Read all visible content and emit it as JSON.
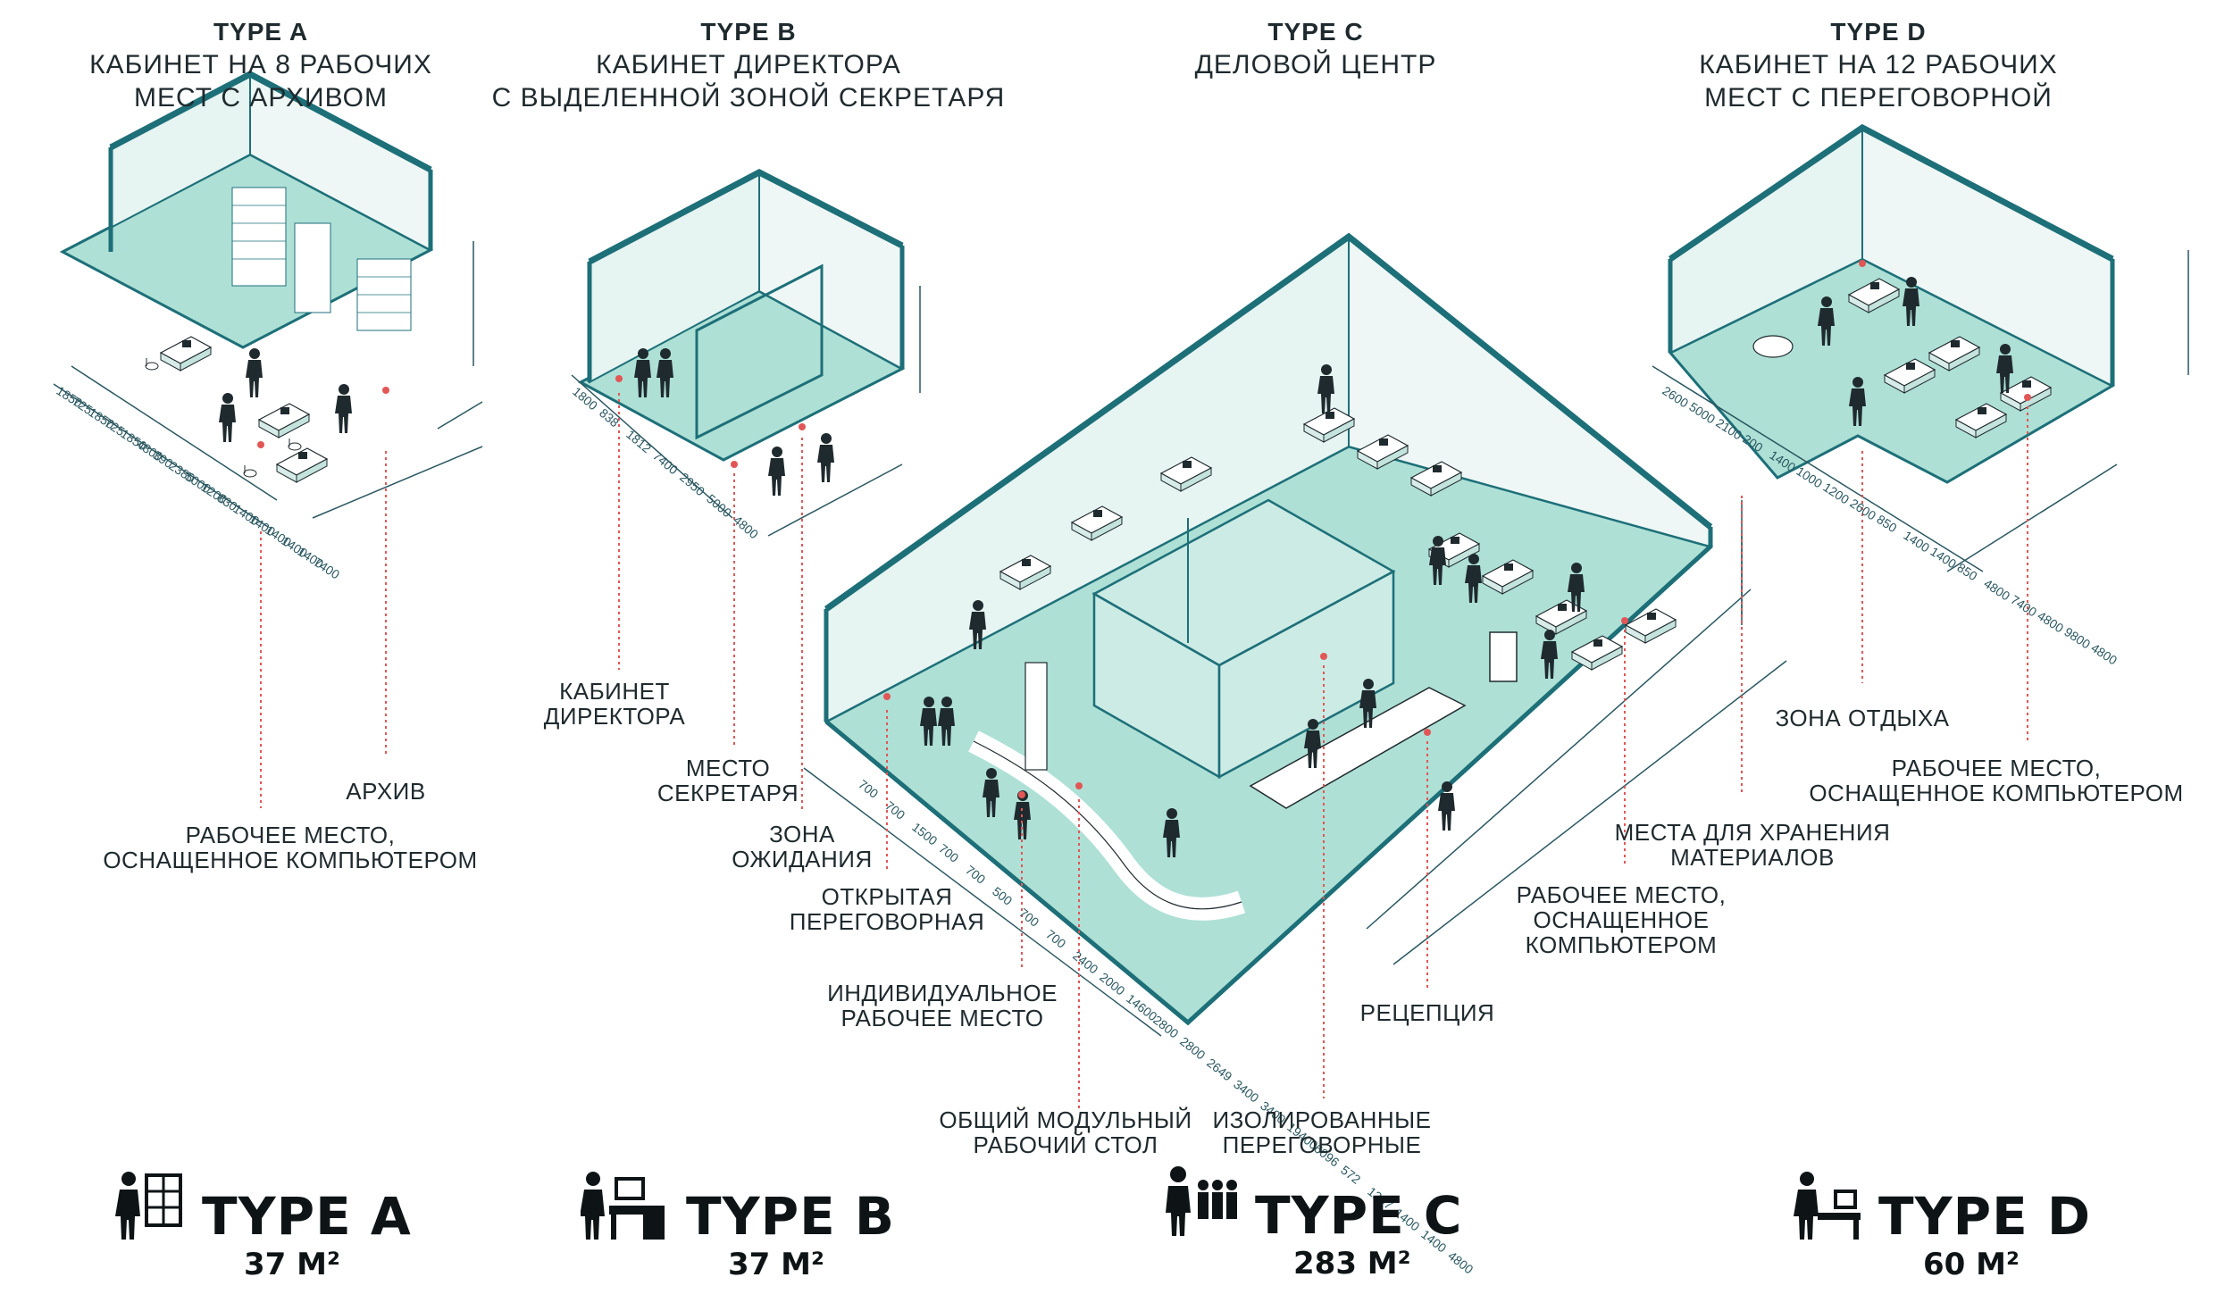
{
  "types": [
    {
      "id": "a",
      "title": "TYPE A",
      "subtitle": [
        "КАБИНЕТ НА 8 РАБОЧИХ",
        "МЕСТ С АРХИВОМ"
      ],
      "badge": "TYPE A",
      "area": "37 М²"
    },
    {
      "id": "b",
      "title": "TYPE B",
      "subtitle": [
        "КАБИНЕТ ДИРЕКТОРА",
        "С ВЫДЕЛЕННОЙ ЗОНОЙ СЕКРЕТАРЯ"
      ],
      "badge": "TYPE B",
      "area": "37 М²"
    },
    {
      "id": "c",
      "title": "TYPE C",
      "subtitle": [
        "ДЕЛОВОЙ ЦЕНТР"
      ],
      "badge": "TYPE C",
      "area": "283 М²"
    },
    {
      "id": "d",
      "title": "TYPE D",
      "subtitle": [
        "КАБИНЕТ НА 12 РАБОЧИХ",
        "МЕСТ С ПЕРЕГОВОРНОЙ"
      ],
      "badge": "TYPE D",
      "area": "60 М²"
    }
  ],
  "labels": {
    "archive": [
      "АРХИВ"
    ],
    "a_workplace": [
      "РАБОЧЕЕ МЕСТО,",
      "ОСНАЩЕННОЕ КОМПЬЮТЕРОМ"
    ],
    "director_office": [
      "КАБИНЕТ",
      "ДИРЕКТОРА"
    ],
    "secretary": [
      "МЕСТО",
      "СЕКРЕТАРЯ"
    ],
    "waiting": [
      "ЗОНА",
      "ОЖИДАНИЯ"
    ],
    "open_meeting": [
      "ОТКРЫТАЯ",
      "ПЕРЕГОВОРНАЯ"
    ],
    "individual_workplace": [
      "ИНДИВИДУАЛЬНОЕ",
      "РАБОЧЕЕ МЕСТО"
    ],
    "modular_desk": [
      "ОБЩИЙ МОДУЛЬНЫЙ",
      "РАБОЧИЙ СТОЛ"
    ],
    "isolated_meeting": [
      "ИЗОЛИРОВАННЫЕ",
      "ПЕРЕГОВОРНЫЕ"
    ],
    "reception": [
      "РЕЦЕПЦИЯ"
    ],
    "c_workplace": [
      "РАБОЧЕЕ МЕСТО,",
      "ОСНАЩЕННОЕ",
      "КОМПЬЮТЕРОМ"
    ],
    "storage": [
      "МЕСТА ДЛЯ ХРАНЕНИЯ",
      "МАТЕРИАЛОВ"
    ],
    "rest_zone": [
      "ЗОНА ОТДЫХА"
    ],
    "d_workplace": [
      "РАБОЧЕЕ МЕСТО,",
      "ОСНАЩЕННОЕ КОМПЬЮТЕРОМ"
    ]
  },
  "dims": {
    "a": [
      "1850",
      "725",
      "1850",
      "725",
      "1850",
      "4800",
      "390",
      "2380",
      "5000",
      "1200",
      "830",
      "1400",
      "1400",
      "1400",
      "1400",
      "1400",
      "7400"
    ],
    "b": [
      "1800",
      "838",
      "1812",
      "7400",
      "2950",
      "5000",
      "4800"
    ],
    "c": [
      "700",
      "700",
      "1500",
      "700",
      "700",
      "500",
      "700",
      "700",
      "2400",
      "2000",
      "14600",
      "2800",
      "2800",
      "2649",
      "3400",
      "3400",
      "19400",
      "6096",
      "572",
      "1247",
      "1400",
      "1400",
      "4800"
    ],
    "d": [
      "2600",
      "5000",
      "2100",
      "200",
      "1400",
      "1000",
      "1200",
      "2600",
      "850",
      "1400",
      "1400",
      "850",
      "4800",
      "7400",
      "4800",
      "9800",
      "4800"
    ]
  },
  "colors": {
    "floor": "#aee0d6",
    "wall": "#1d6f78",
    "glass": "#e6f4f2",
    "ink": "#1f2a2e",
    "pin": "#e25656",
    "dim": "#2a5760"
  }
}
